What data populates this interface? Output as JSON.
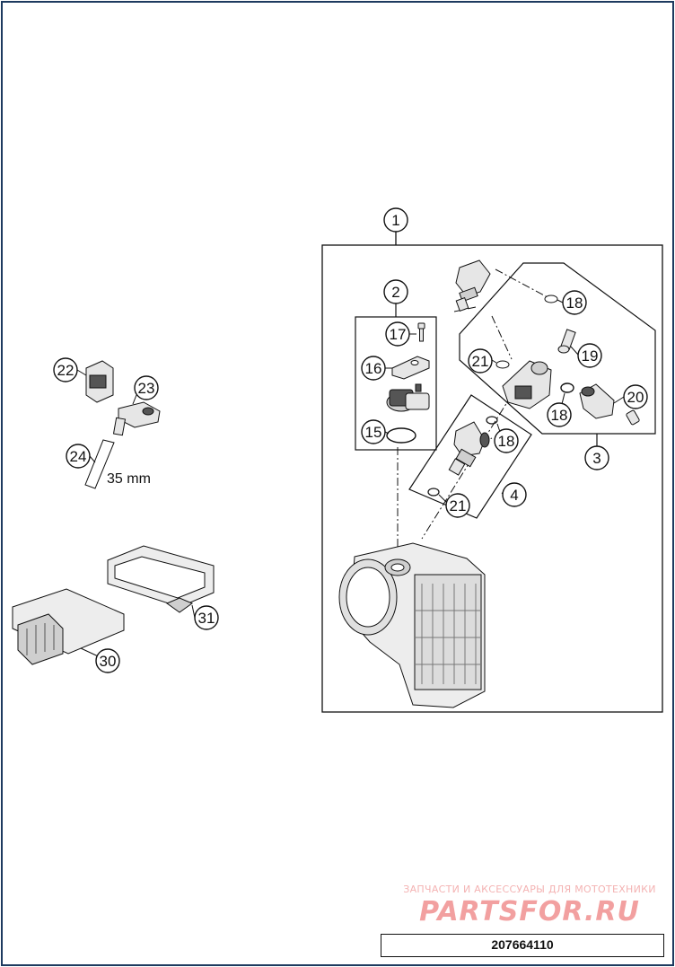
{
  "callouts": {
    "c1": "1",
    "c2": "2",
    "c3": "3",
    "c4": "4",
    "c15": "15",
    "c16": "16",
    "c17": "17",
    "c18a": "18",
    "c18b": "18",
    "c18c": "18",
    "c19": "19",
    "c20": "20",
    "c21a": "21",
    "c21b": "21",
    "c22": "22",
    "c23": "23",
    "c24": "24",
    "c30": "30",
    "c31": "31"
  },
  "dimension_label": "35 mm",
  "watermark": {
    "tagline": "ЗАПЧАСТИ И АКСЕССУАРЫ ДЛЯ МОТОТЕХНИКИ",
    "logo": "PARTSFOR.RU",
    "color": "#f2a0a0"
  },
  "part_number": "207664110",
  "colors": {
    "line": "#111111",
    "frame": "#1d3a5f",
    "part_fill": "#e6e6e6",
    "part_dark": "#555555"
  }
}
